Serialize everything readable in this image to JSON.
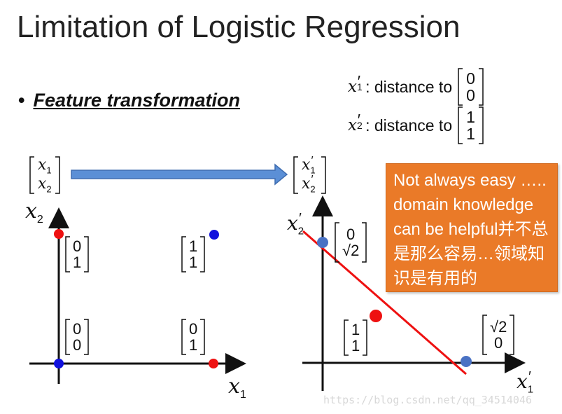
{
  "slide": {
    "title": "Limitation of Logistic Regression",
    "bullet": "Feature transformation",
    "definitions": [
      {
        "var": "x",
        "sub": "1",
        "prime": "′",
        "text": ": distance to",
        "vec": [
          "0",
          "0"
        ]
      },
      {
        "var": "x",
        "sub": "2",
        "prime": "′",
        "text": ": distance to",
        "vec": [
          "1",
          "1"
        ]
      }
    ],
    "callout": "Not always easy ….. domain knowledge can be helpful并不总是那么容易…领域知识是有用的",
    "watermark": "https://blog.csdn.net/qq_34514046"
  },
  "input_vector": {
    "top": "x",
    "top_sub": "1",
    "bottom": "x",
    "bottom_sub": "2"
  },
  "output_vector": {
    "top": "x",
    "top_sub": "1",
    "top_prime": "′",
    "bottom": "x",
    "bottom_sub": "2",
    "bottom_prime": "′"
  },
  "left_plot": {
    "x_axis_label": "x",
    "x_axis_sub": "1",
    "y_axis_label": "x",
    "y_axis_sub": "2",
    "points": [
      {
        "label_top": "0",
        "label_bottom": "1",
        "color": "#ee1111"
      },
      {
        "label_top": "1",
        "label_bottom": "1",
        "color": "#1111dd"
      },
      {
        "label_top": "0",
        "label_bottom": "0",
        "color": "#1111dd"
      },
      {
        "label_top": "0",
        "label_bottom": "1",
        "color": "#ee1111",
        "note": "x-axis point [0 1]"
      }
    ]
  },
  "right_plot": {
    "x_axis_label": "x",
    "x_axis_sub": "1",
    "x_axis_prime": "′",
    "y_axis_label": "x",
    "y_axis_sub": "2",
    "y_axis_prime": "′",
    "points": [
      {
        "label_top": "0",
        "label_bottom": "√2",
        "color": "#4a72c4"
      },
      {
        "label_top": "1",
        "label_bottom": "1",
        "color": "#ee1111"
      },
      {
        "label_top": "√2",
        "label_bottom": "0",
        "color": "#4a72c4"
      }
    ],
    "boundary_color": "#ee1111"
  },
  "colors": {
    "arrow": "#5b8fd6",
    "arrow_border": "#3f6db0",
    "callout": "#ea7a28"
  }
}
